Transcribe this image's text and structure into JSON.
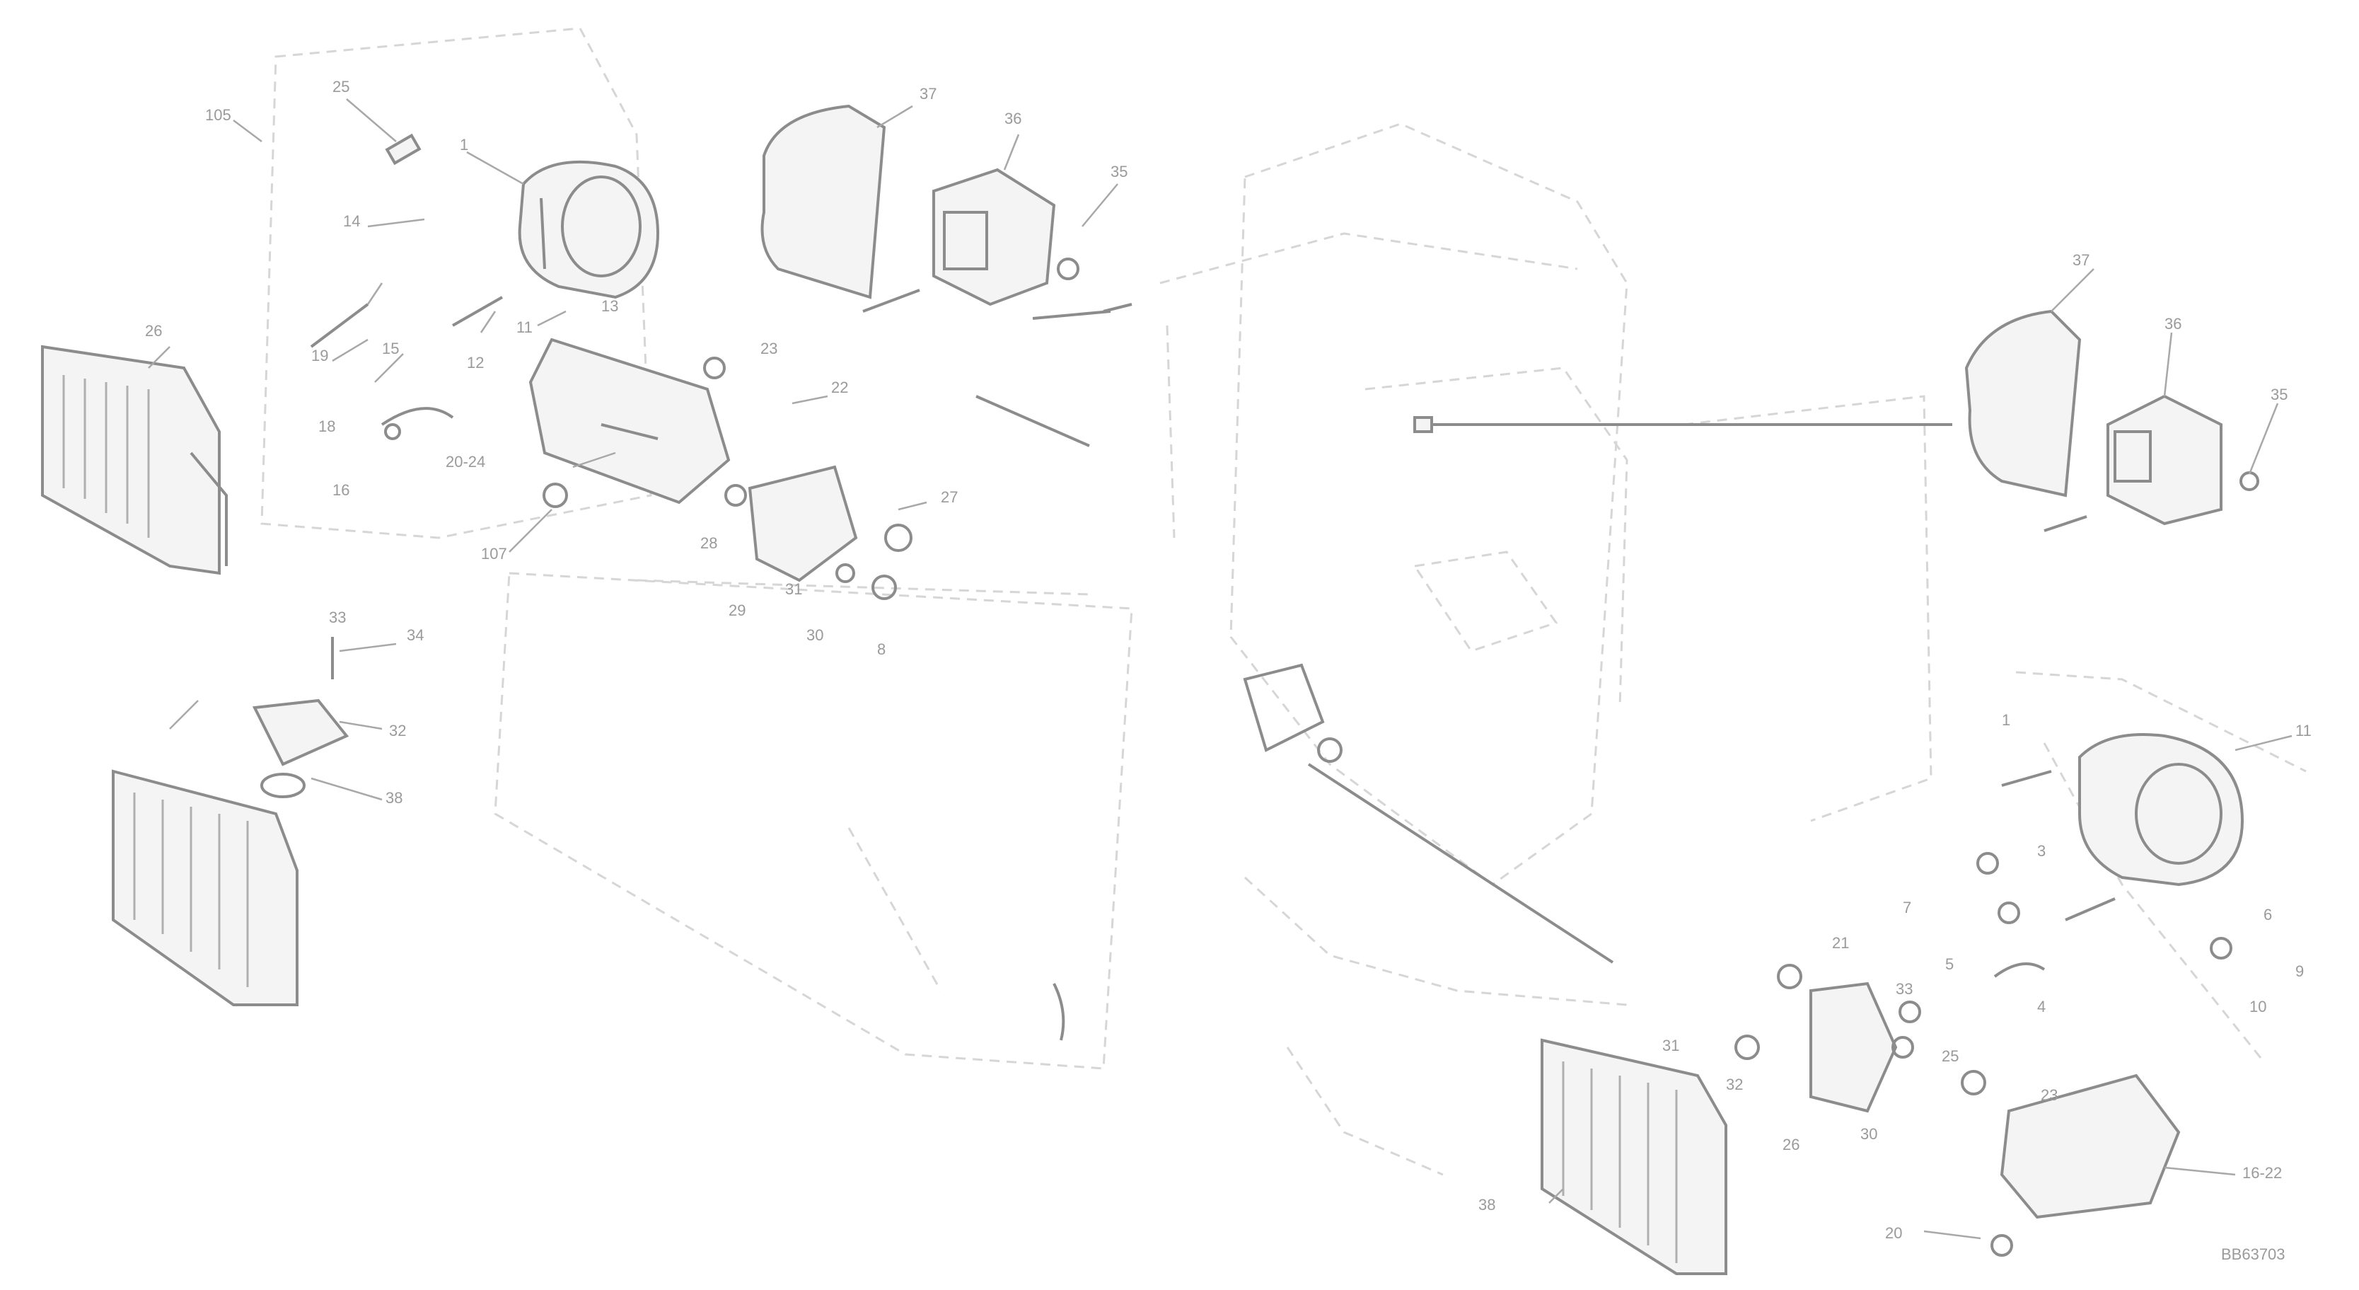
{
  "drawing": {
    "id": "BB63703"
  },
  "callouts": [
    {
      "name": "callout-105-ul",
      "text": "105"
    },
    {
      "name": "callout-25-ul",
      "text": "25"
    },
    {
      "name": "callout-1-ul",
      "text": "1"
    },
    {
      "name": "callout-14-ul",
      "text": "14"
    },
    {
      "name": "callout-26-ul",
      "text": "26"
    },
    {
      "name": "callout-19-ul",
      "text": "19"
    },
    {
      "name": "callout-15-ul",
      "text": "15"
    },
    {
      "name": "callout-18-ul",
      "text": "18"
    },
    {
      "name": "callout-12-ul",
      "text": "12"
    },
    {
      "name": "callout-11-ul",
      "text": "11"
    },
    {
      "name": "callout-16-ul",
      "text": "16"
    },
    {
      "name": "callout-13-ul",
      "text": "13"
    },
    {
      "name": "callout-37-top",
      "text": "37"
    },
    {
      "name": "callout-36-top",
      "text": "36"
    },
    {
      "name": "callout-35-top",
      "text": "35"
    },
    {
      "name": "callout-23-mid",
      "text": "23"
    },
    {
      "name": "callout-22-mid",
      "text": "22"
    },
    {
      "name": "callout-20-24",
      "text": "20-24"
    },
    {
      "name": "callout-107",
      "text": "107"
    },
    {
      "name": "callout-27",
      "text": "27"
    },
    {
      "name": "callout-28",
      "text": "28"
    },
    {
      "name": "callout-29",
      "text": "29"
    },
    {
      "name": "callout-30",
      "text": "30"
    },
    {
      "name": "callout-31",
      "text": "31"
    },
    {
      "name": "callout-8",
      "text": "8"
    },
    {
      "name": "callout-34",
      "text": "34"
    },
    {
      "name": "callout-33",
      "text": "33"
    },
    {
      "name": "callout-32",
      "text": "32"
    },
    {
      "name": "callout-38",
      "text": "38"
    },
    {
      "name": "callout-37-right",
      "text": "37"
    },
    {
      "name": "callout-36-right",
      "text": "36"
    },
    {
      "name": "callout-35-right",
      "text": "35"
    },
    {
      "name": "callout-11-right",
      "text": "11"
    },
    {
      "name": "callout-1-right",
      "text": "1"
    },
    {
      "name": "callout-3-right",
      "text": "3"
    },
    {
      "name": "callout-7-right",
      "text": "7"
    },
    {
      "name": "callout-5-right",
      "text": "5"
    },
    {
      "name": "callout-4-right",
      "text": "4"
    },
    {
      "name": "callout-6-right",
      "text": "6"
    },
    {
      "name": "callout-9-right",
      "text": "9"
    },
    {
      "name": "callout-10-right",
      "text": "10"
    },
    {
      "name": "callout-21-br",
      "text": "21"
    },
    {
      "name": "callout-31-br",
      "text": "31"
    },
    {
      "name": "callout-32-br",
      "text": "32"
    },
    {
      "name": "callout-33-br",
      "text": "33"
    },
    {
      "name": "callout-26-br",
      "text": "26"
    },
    {
      "name": "callout-30-br",
      "text": "30"
    },
    {
      "name": "callout-23-br",
      "text": "23"
    },
    {
      "name": "callout-25-br",
      "text": "25"
    },
    {
      "name": "callout-38-br",
      "text": "38"
    },
    {
      "name": "callout-16-22",
      "text": "16-22"
    },
    {
      "name": "callout-20-br",
      "text": "20"
    }
  ]
}
